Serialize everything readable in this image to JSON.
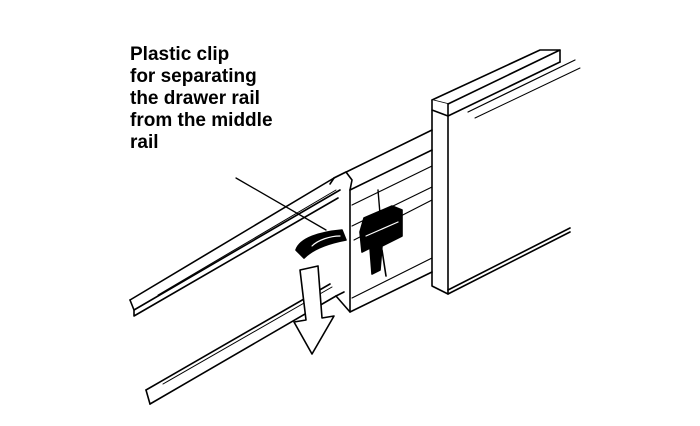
{
  "diagram": {
    "callout": {
      "lines": [
        "Plastic clip",
        "for separating",
        "the drawer rail",
        "from the middle",
        "rail"
      ]
    },
    "colors": {
      "ink": "#000000",
      "paper": "#ffffff"
    }
  }
}
